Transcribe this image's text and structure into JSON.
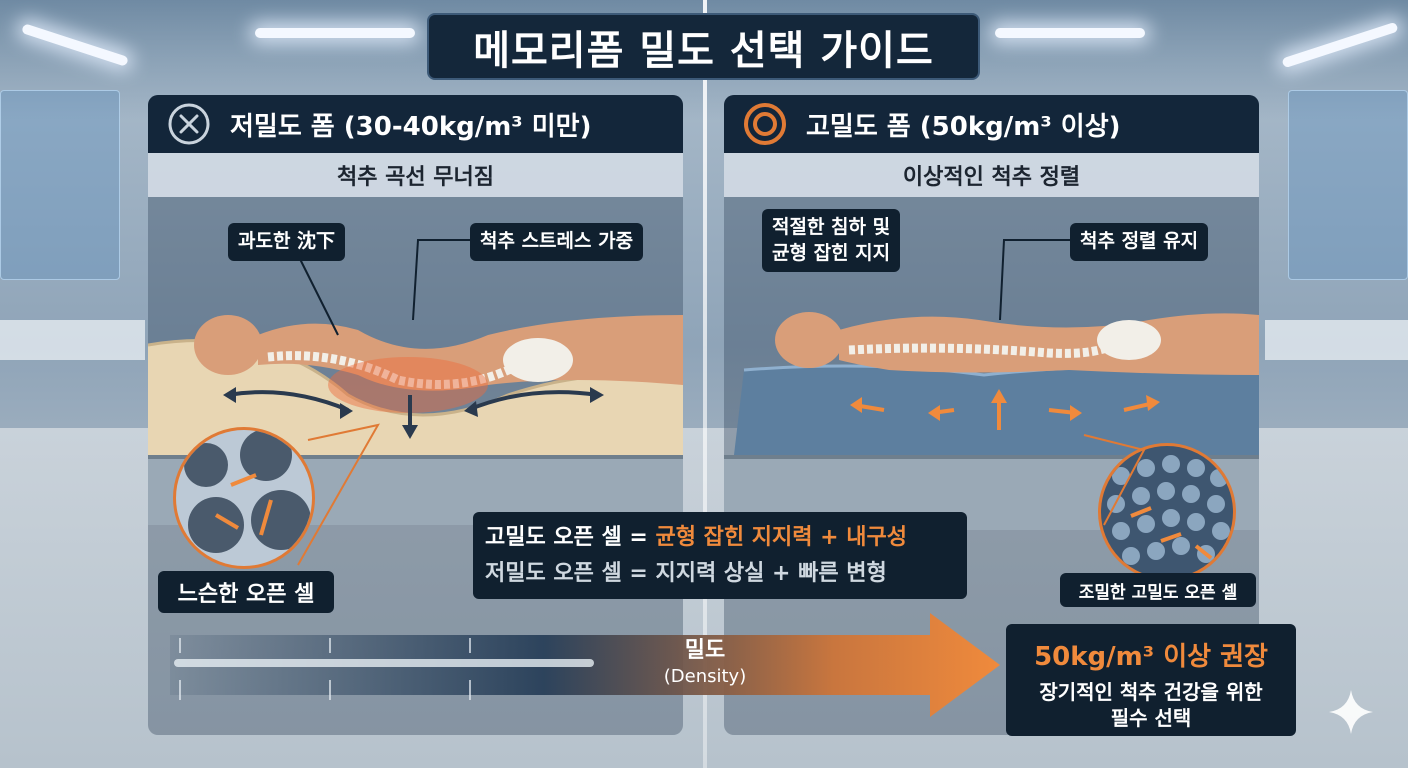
{
  "title": "메모리폼 밀도 선택 가이드",
  "left_panel": {
    "title": "저밀도 폼 (30-40kg/m³ 미만)",
    "icon": "x-circle-icon",
    "subtitle": "척추 곡선 무너짐",
    "callout_sink": "과도한 沈下",
    "callout_stress": "척추 스트레스 가중",
    "cell_label": "느슨한 오픈 셀"
  },
  "right_panel": {
    "title": "고밀도 폼 (50kg/m³ 이상)",
    "icon": "o-circle-icon",
    "subtitle": "이상적인 척추 정렬",
    "callout_support": "적절한 침하 및\n균형 잡힌 지지",
    "callout_align": "척추 정렬 유지",
    "cell_label": "조밀한 고밀도 오픈 셀"
  },
  "comparison": {
    "line1_label": "고밀도 오픈 셀 = ",
    "line1_value": "균형 잡힌 지지력 + 내구성",
    "line2": "저밀도 오픈 셀 = 지지력 상실 + 빠른 변형"
  },
  "density_axis": {
    "label": "밀도",
    "label_en": "(Density)"
  },
  "recommendation": {
    "headline": "50kg/m³ 이상 권장",
    "detail": "장기적인 척추 건강을 위한\n필수 선택"
  },
  "colors": {
    "accent_orange": "#f08a3c",
    "dark_navy": "#13263a",
    "low_density_foam": "#e7d8b8",
    "high_density_foam": "#5d7f9f"
  }
}
